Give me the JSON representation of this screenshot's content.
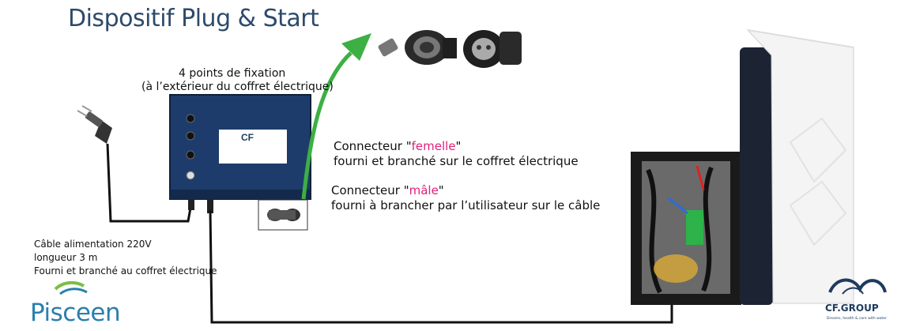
{
  "title": "Dispositif Plug & Start",
  "fixation": {
    "line1": "4 points de fixation",
    "line2": "(à l’extérieur du coffret électrique)"
  },
  "femelle": {
    "prefix": "Connecteur \"",
    "word": "femelle",
    "suffix": "\"",
    "line2": "fourni et branché sur le coffret électrique"
  },
  "male": {
    "prefix": "Connecteur \"",
    "word": "mâle",
    "suffix": "\"",
    "line2": "fourni à brancher par l’utilisateur sur le câble"
  },
  "cable": {
    "line1": "Câble alimentation 220V",
    "line2": "longueur 3 m",
    "line3": "Fourni et branché au coffret électrique"
  },
  "logos": {
    "pisceen": "Pisceen",
    "cfgroup": "CF.GROUP",
    "cfgroup_tagline": "Dreams, health & care with water",
    "cf_box": "CF"
  },
  "colors": {
    "title": "#2d4a6b",
    "highlight": "#e0207a",
    "arrow": "#3cb043",
    "box_panel": "#1d3c6b"
  }
}
